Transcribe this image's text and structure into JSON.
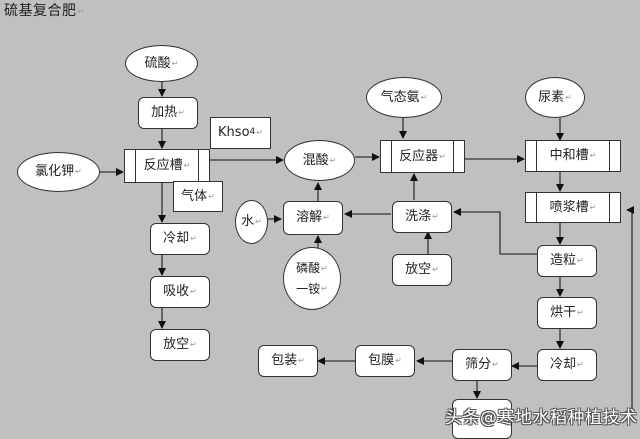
{
  "title": "硫基复合肥",
  "nodes": {
    "sulfuric_acid": "硫酸",
    "heating": "加热",
    "kcl": "氯化钾",
    "reaction_tank": "反应槽",
    "khso4": "Khso",
    "khso4_sub": "4",
    "gas": "气体",
    "cooling1": "冷却",
    "absorb": "吸收",
    "vent1": "放空",
    "water": "水",
    "dissolve": "溶解",
    "map_line1": "磷酸",
    "map_line2": "一铵",
    "mixed_acid": "混酸",
    "ammonia_gas": "气态氨",
    "reactor": "反应器",
    "wash": "洗涤",
    "vent2": "放空",
    "urea": "尿素",
    "neutralize_tank": "中和槽",
    "spray_tank": "喷浆槽",
    "granulate": "造粒",
    "dry": "烘干",
    "cooling2": "冷却",
    "screen": "筛分",
    "coat": "包膜",
    "package": "包装"
  },
  "return_mark": "↵",
  "watermark": "头条@寒地水稻种植技术",
  "colors": {
    "background": "#c0c0c0",
    "node_fill": "#ffffff",
    "stroke": "#333333"
  }
}
